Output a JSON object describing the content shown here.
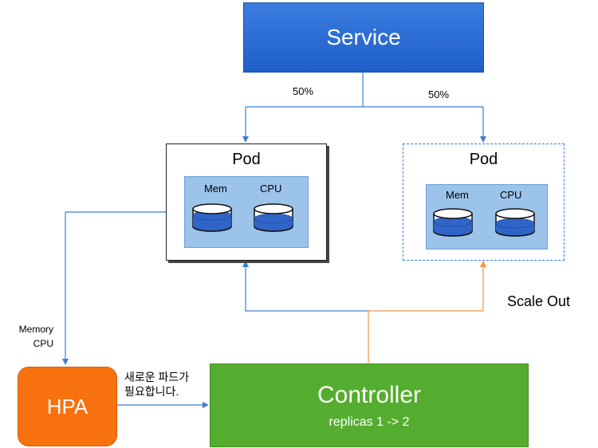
{
  "service": {
    "label": "Service"
  },
  "split": {
    "left": "50%",
    "right": "50%"
  },
  "pods": [
    {
      "title": "Pod",
      "mem": "Mem",
      "cpu": "CPU"
    },
    {
      "title": "Pod",
      "mem": "Mem",
      "cpu": "CPU"
    }
  ],
  "metrics": {
    "line1": "Memory",
    "line2": "CPU"
  },
  "hpa": {
    "label": "HPA"
  },
  "hpa_message": {
    "line1": "새로운 파드가",
    "line2": "필요합니다."
  },
  "controller": {
    "title": "Controller",
    "subtitle": "replicas 1 -> 2"
  },
  "scale_out": "Scale Out",
  "colors": {
    "service": "#2a6ad6",
    "hpa": "#f7720f",
    "controller": "#55ad2f",
    "arrow_blue": "#3d7fd1",
    "arrow_orange": "#f5923e",
    "inner_panel": "#9cc3ea"
  }
}
